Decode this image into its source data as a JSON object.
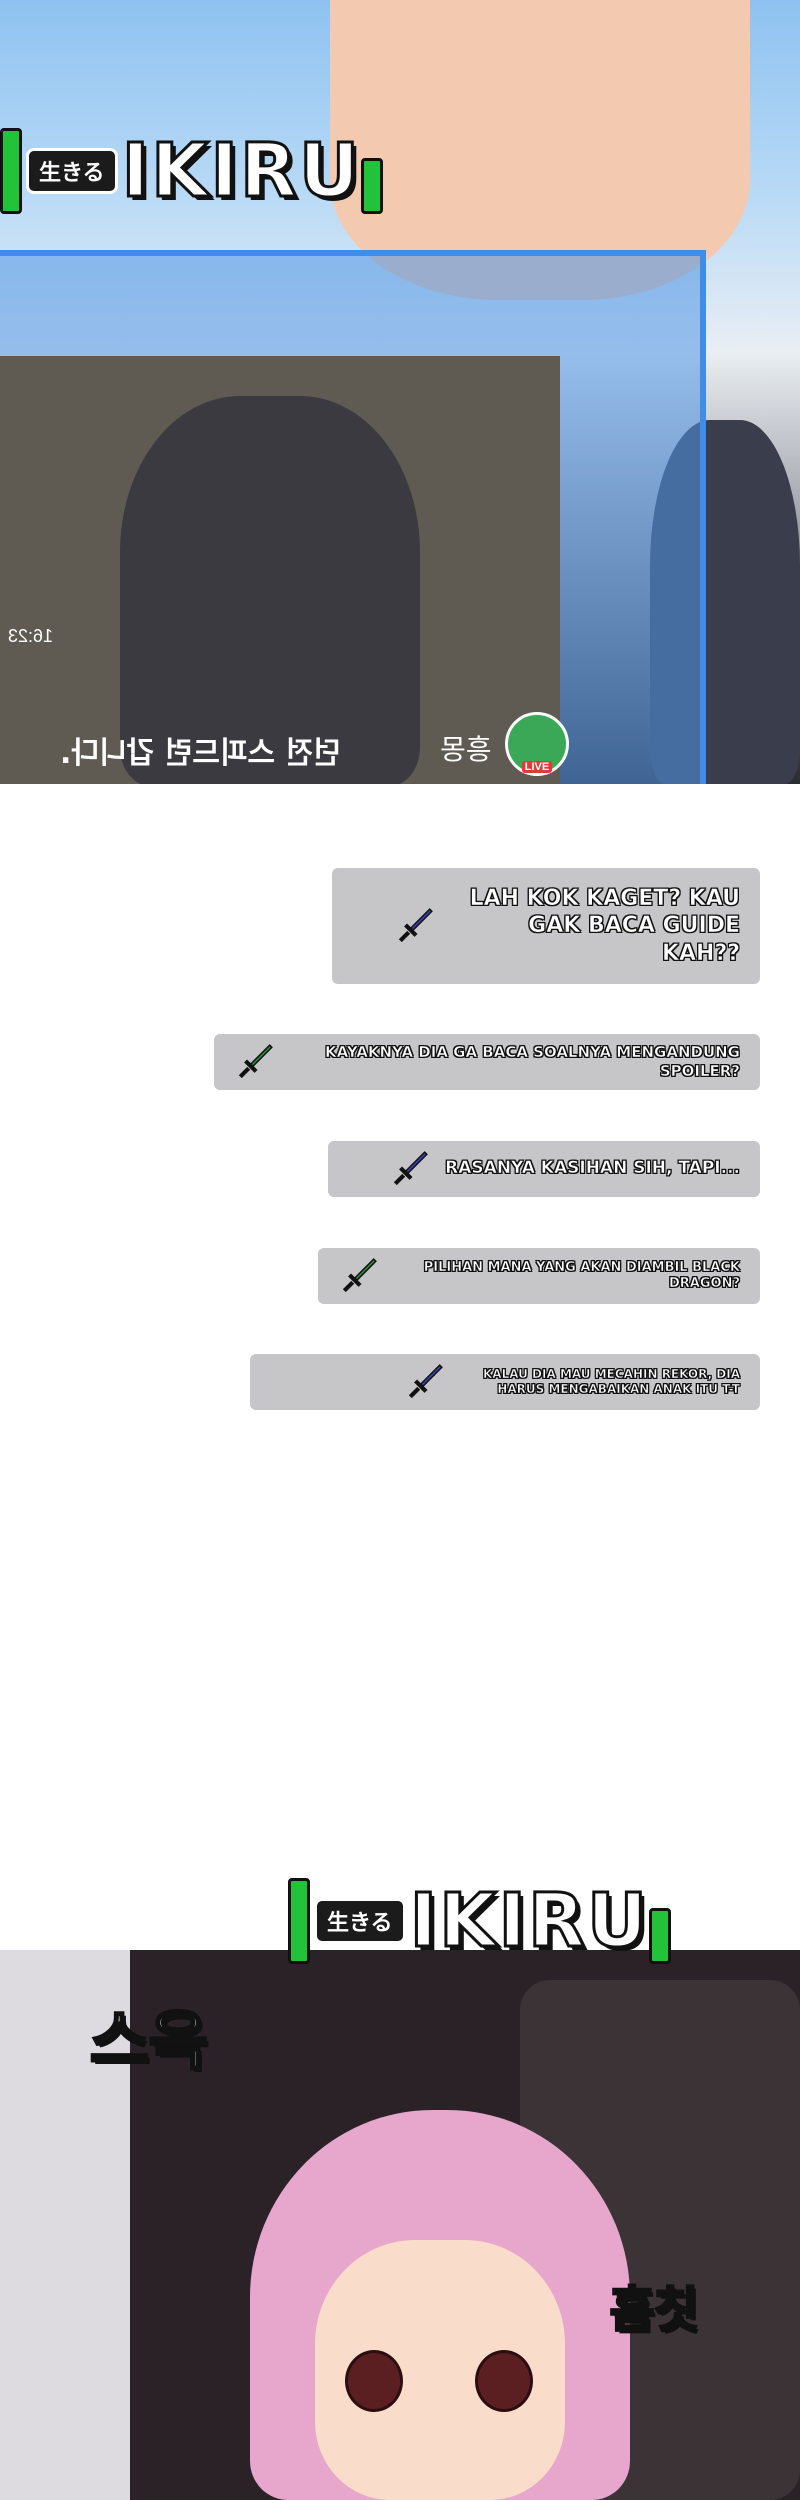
{
  "logo": {
    "badge": "生きる",
    "word": "IKIRU"
  },
  "stream": {
    "caption": "던전 스피드런 갑니다.",
    "username": "흥몽",
    "live_label": "LIVE",
    "time": "16:23"
  },
  "chat": [
    {
      "text": "LAH KOK KAGET? KAU GAK BACA GUIDE KAH??",
      "icon": "blue-sword-icon",
      "color": "#3b49c9"
    },
    {
      "text": "KAYAKNYA DIA GA BACA SOALNYA MENGANDUNG SPOILER?",
      "icon": "green-sword-icon",
      "color": "#2f9c36"
    },
    {
      "text": "RASANYA KASIHAN SIH, TAPI...",
      "icon": "blue-sword-icon",
      "color": "#3b49c9"
    },
    {
      "text": "PILIHAN MANA YANG AKAN DIAMBIL BLACK DRAGON?",
      "icon": "green-sword-icon",
      "color": "#2f9c36"
    },
    {
      "text": "KALAU DIA MAU MECAHIN REKOR, DIA HARUS MENGABAIKAN ANAK ITU T-T",
      "icon": "blue-sword-icon",
      "color": "#3b49c9"
    }
  ],
  "sfx": {
    "swoosh": "스윽",
    "flinch": "흠칫"
  }
}
